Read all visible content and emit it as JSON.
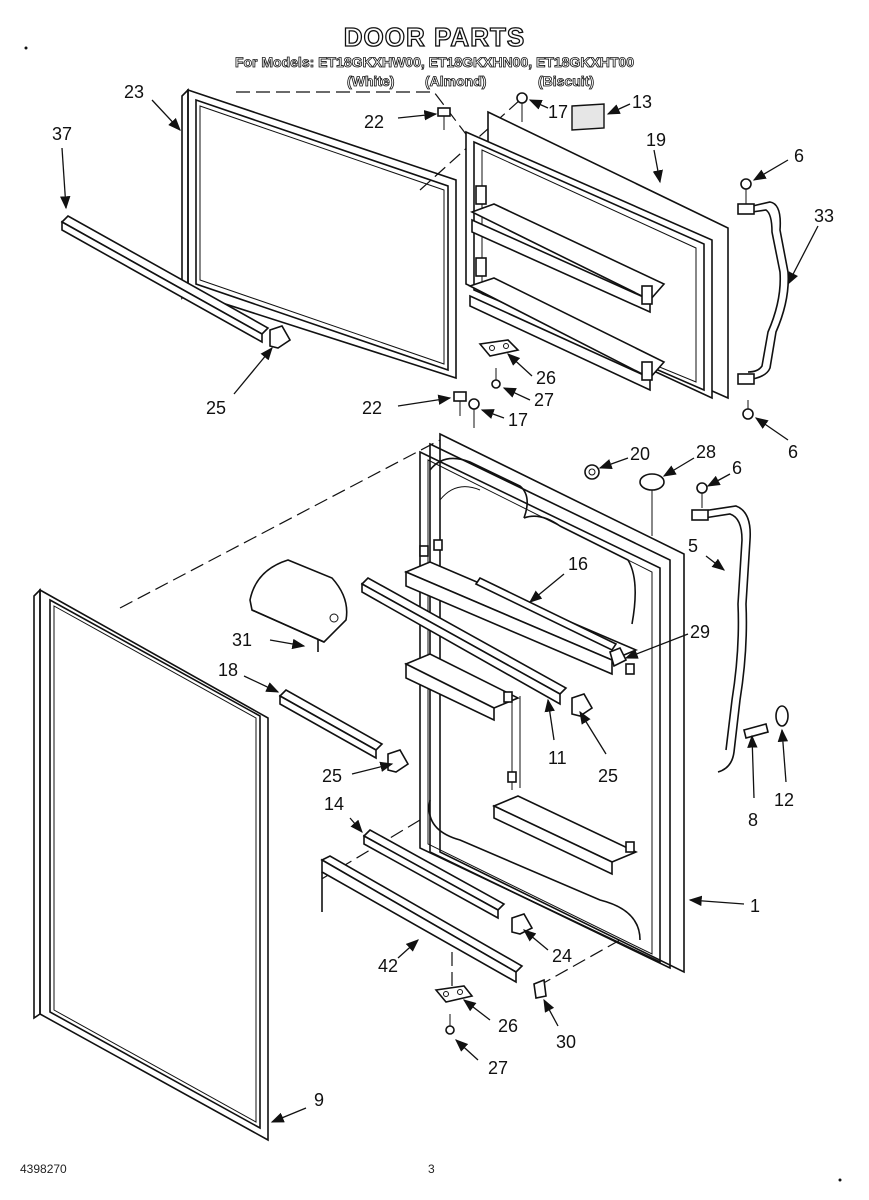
{
  "header": {
    "title": "DOOR PARTS",
    "models": "For Models: ET18GKXHW00, ET18GKXHN00, ET18GKXHT00",
    "colors": [
      "(White)",
      "(Almond)",
      "(Biscuit)"
    ]
  },
  "callouts": [
    "23",
    "37",
    "22",
    "17",
    "13",
    "19",
    "6",
    "33",
    "25",
    "26",
    "27",
    "22",
    "17",
    "6",
    "20",
    "28",
    "6",
    "5",
    "16",
    "31",
    "29",
    "18",
    "11",
    "25",
    "25",
    "8",
    "12",
    "14",
    "1",
    "24",
    "42",
    "26",
    "30",
    "27",
    "9"
  ],
  "footer": {
    "doc_number": "4398270",
    "page_number": "3"
  }
}
